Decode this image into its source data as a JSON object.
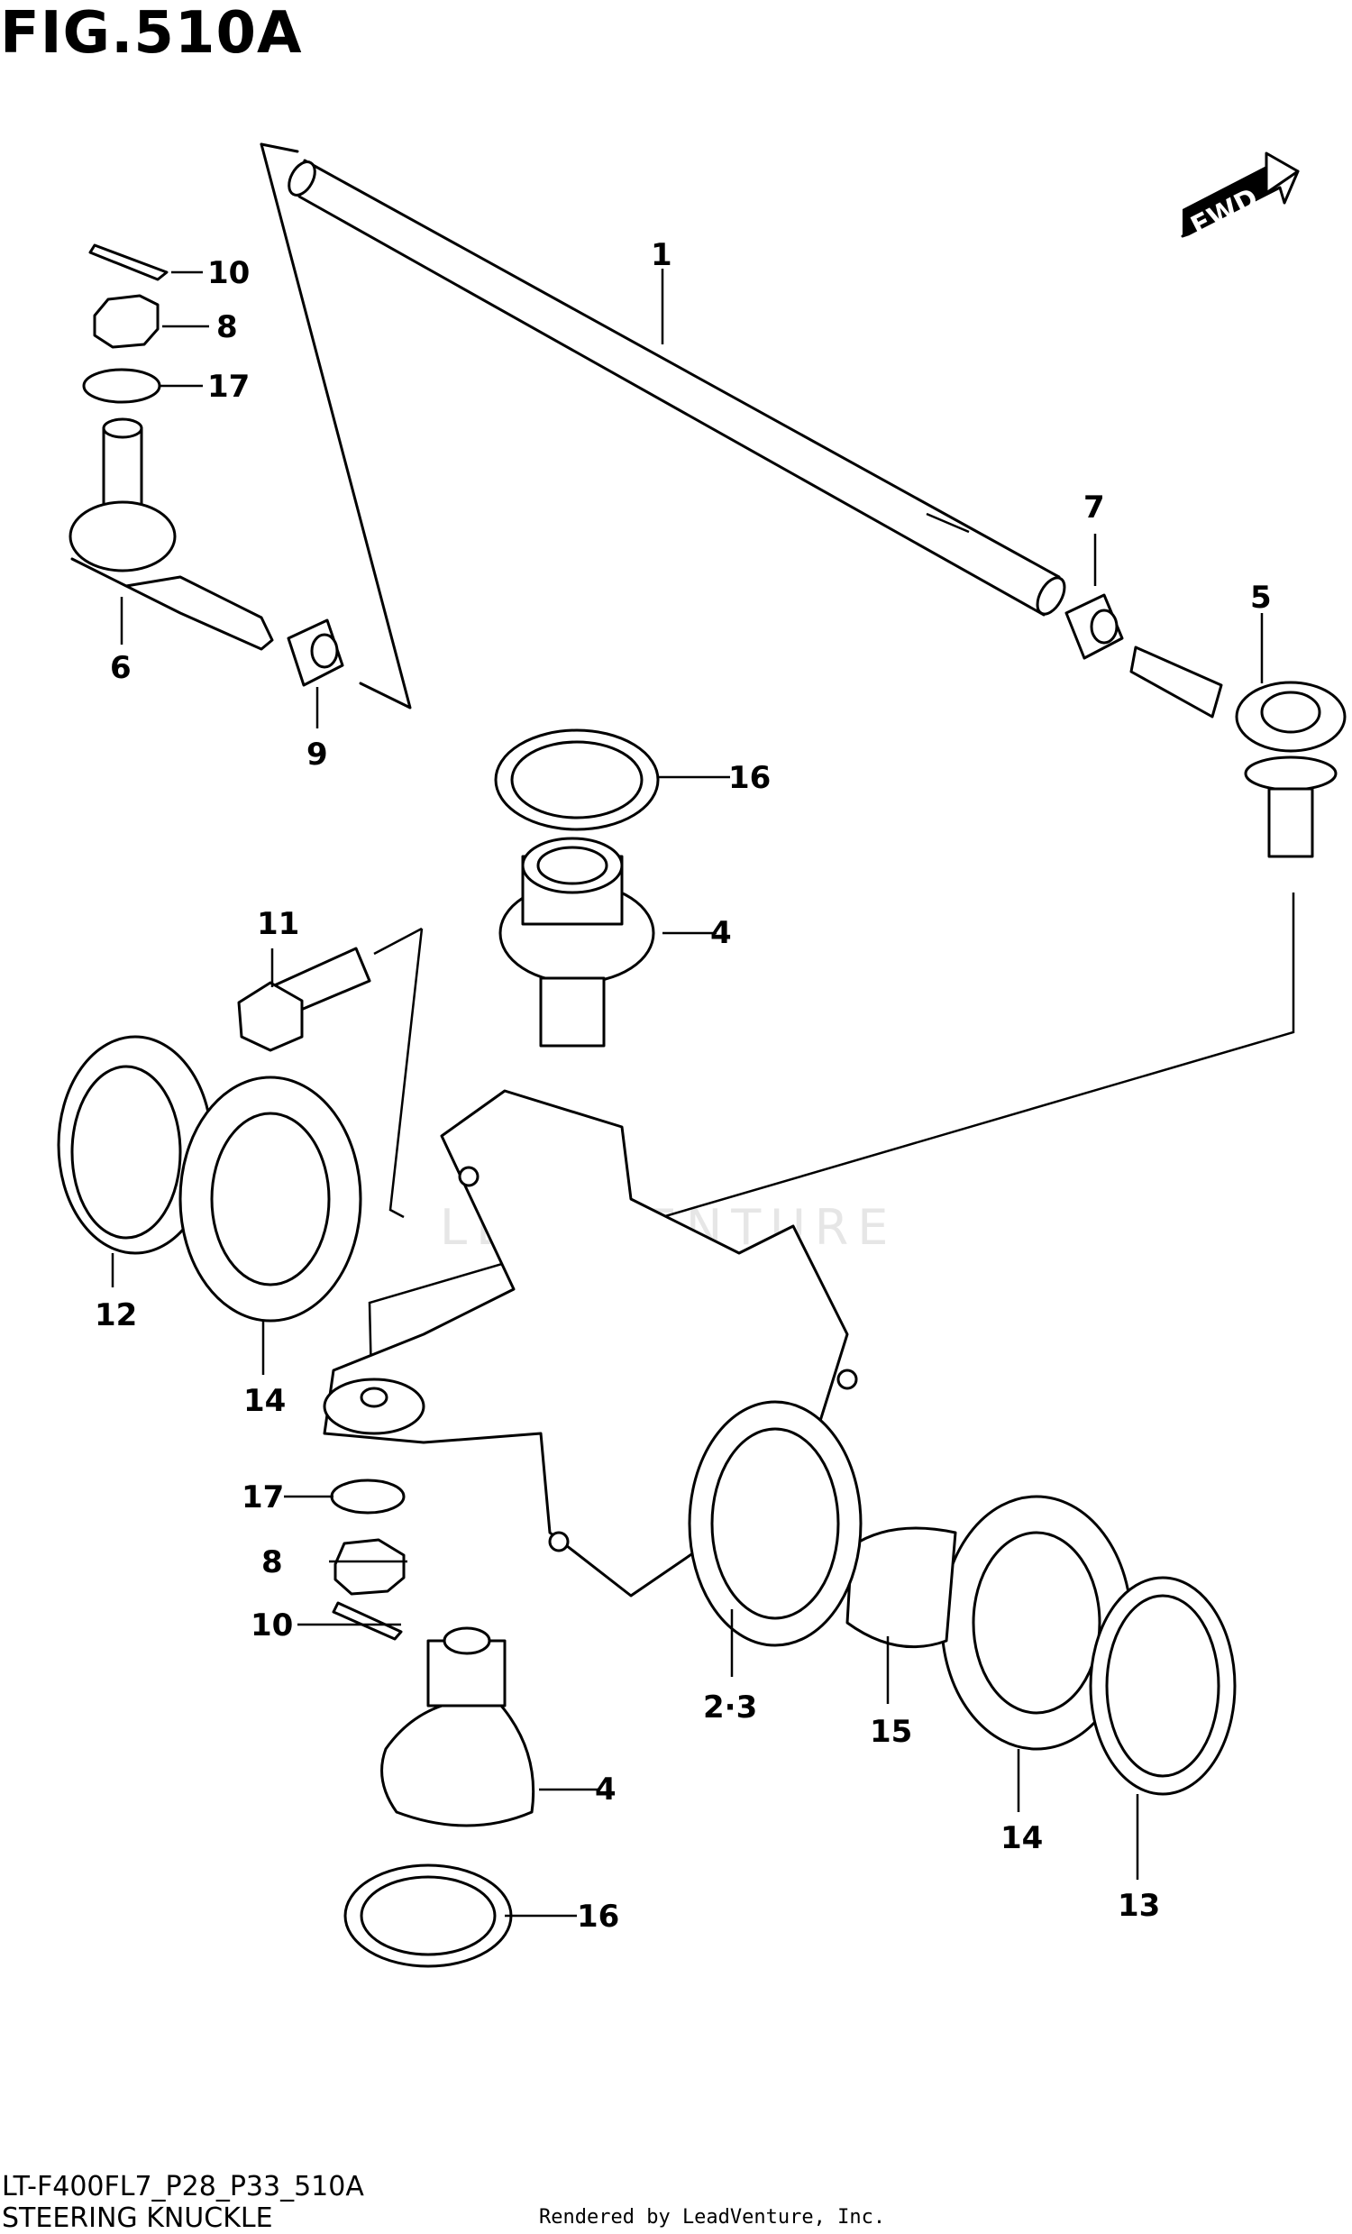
{
  "figure": {
    "id": "FIG.510A",
    "model_code": "LT-F400FL7_P28_P33_510A",
    "title": "STEERING KNUCKLE",
    "credit": "Rendered by LeadVenture, Inc.",
    "watermark": "LEADVENTURE",
    "fwd_arrow": "FWD"
  },
  "callouts": [
    {
      "key": "c1",
      "text": "1"
    },
    {
      "key": "c23",
      "text": "2·3"
    },
    {
      "key": "c4a",
      "text": "4"
    },
    {
      "key": "c4b",
      "text": "4"
    },
    {
      "key": "c5",
      "text": "5"
    },
    {
      "key": "c6",
      "text": "6"
    },
    {
      "key": "c7",
      "text": "7"
    },
    {
      "key": "c8a",
      "text": "8"
    },
    {
      "key": "c8b",
      "text": "8"
    },
    {
      "key": "c9",
      "text": "9"
    },
    {
      "key": "c10a",
      "text": "10"
    },
    {
      "key": "c10b",
      "text": "10"
    },
    {
      "key": "c11",
      "text": "11"
    },
    {
      "key": "c12",
      "text": "12"
    },
    {
      "key": "c13",
      "text": "13"
    },
    {
      "key": "c14a",
      "text": "14"
    },
    {
      "key": "c14b",
      "text": "14"
    },
    {
      "key": "c15",
      "text": "15"
    },
    {
      "key": "c16a",
      "text": "16"
    },
    {
      "key": "c16b",
      "text": "16"
    },
    {
      "key": "c17a",
      "text": "17"
    },
    {
      "key": "c17b",
      "text": "17"
    }
  ]
}
